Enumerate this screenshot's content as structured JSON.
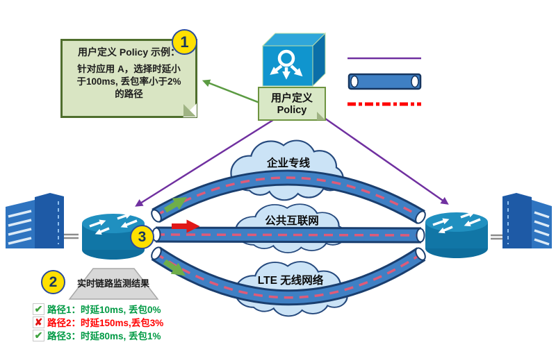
{
  "title_note": {
    "badge": "1",
    "title": "用户定义 Policy 示例：",
    "body": "针对应用 A，选择时延小\n于100ms, 丢包率小于2%\n的路径"
  },
  "policy_node": {
    "icon": "branch-arrows-cube-icon",
    "label_line1": "用户定义",
    "label_line2": "Policy"
  },
  "legend": {
    "items": [
      {
        "icon": "purple-solid-line",
        "color": "#7030A0"
      },
      {
        "icon": "blue-tunnel-tube",
        "color": "#3F80C4"
      },
      {
        "icon": "red-dashed-line",
        "color": "#FF0000"
      }
    ]
  },
  "clouds": [
    {
      "label": "企业专线"
    },
    {
      "label": "公共互联网"
    },
    {
      "label": "LTE 无线网络"
    }
  ],
  "monitor": {
    "badge": "2",
    "label": "实时链路监测结果"
  },
  "router_badge": "3",
  "path_results": [
    {
      "status": "pass",
      "icon": "green-check-icon",
      "mark": "✔",
      "text": "路径1：时延10ms, 丢包0%"
    },
    {
      "status": "fail",
      "icon": "red-cross-icon",
      "mark": "✘",
      "text": "路径2：时延150ms,丢包3%"
    },
    {
      "status": "pass",
      "icon": "green-check-icon",
      "mark": "✔",
      "text": "路径3：时延80ms, 丢包1%"
    }
  ],
  "colors": {
    "tube_fill": "#3F80C4",
    "tube_outline": "#1A3E6E",
    "tube_dash": "#DE5B79",
    "cloud_fill": "#CBE3F6",
    "cloud_outline": "#25497D",
    "purple": "#7030A0",
    "note_border_green": "#4F6E2D",
    "badge_yellow": "#FFE000",
    "pass_green": "#009A44",
    "fail_red": "#FF0000",
    "router_blue": "#1176A6",
    "building_blue": "#1E5AA6"
  }
}
